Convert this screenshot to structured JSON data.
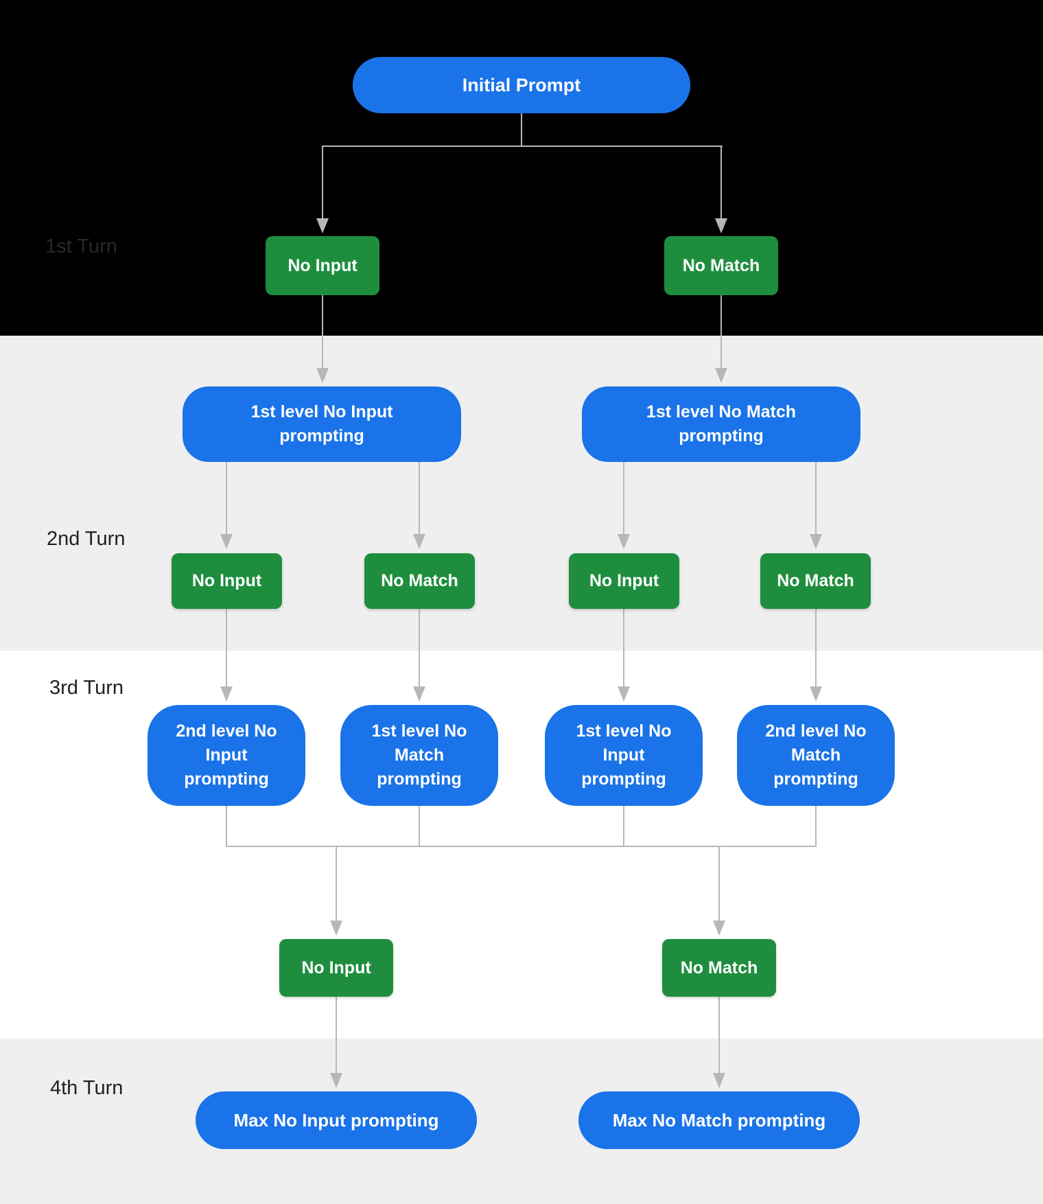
{
  "diagram": {
    "turns": [
      {
        "label": "1st Turn"
      },
      {
        "label": "2nd Turn"
      },
      {
        "label": "3rd Turn"
      },
      {
        "label": "4th Turn"
      }
    ],
    "nodes": {
      "initial_prompt": "Initial Prompt",
      "turn1_no_input": "No Input",
      "turn1_no_match": "No Match",
      "level1_no_input_prompting": "1st level No Input\nprompting",
      "level1_no_match_prompting": "1st level No Match\nprompting",
      "turn2_no_input_left": "No Input",
      "turn2_no_match_left": "No Match",
      "turn2_no_input_right": "No Input",
      "turn2_no_match_right": "No Match",
      "turn3_2nd_level_no_input": "2nd level No\nInput\nprompting",
      "turn3_1st_level_no_match": "1st level No\nMatch\nprompting",
      "turn3_1st_level_no_input": "1st level No\nInput\nprompting",
      "turn3_2nd_level_no_match": "2nd level No\nMatch\nprompting",
      "turn4_no_input": "No Input",
      "turn4_no_match": "No Match",
      "max_no_input_prompting": "Max No Input prompting",
      "max_no_match_prompting": "Max No Match prompting"
    },
    "colors": {
      "prompt_blue": "#1a73e8",
      "event_green": "#1e8e3e",
      "band_black": "#000000",
      "band_gray": "#efefef",
      "band_white": "#ffffff",
      "connector_gray": "#b5b8bb",
      "label_dark": "#202124",
      "label_on_black": "#26282c",
      "node_text": "#ffffff"
    }
  }
}
